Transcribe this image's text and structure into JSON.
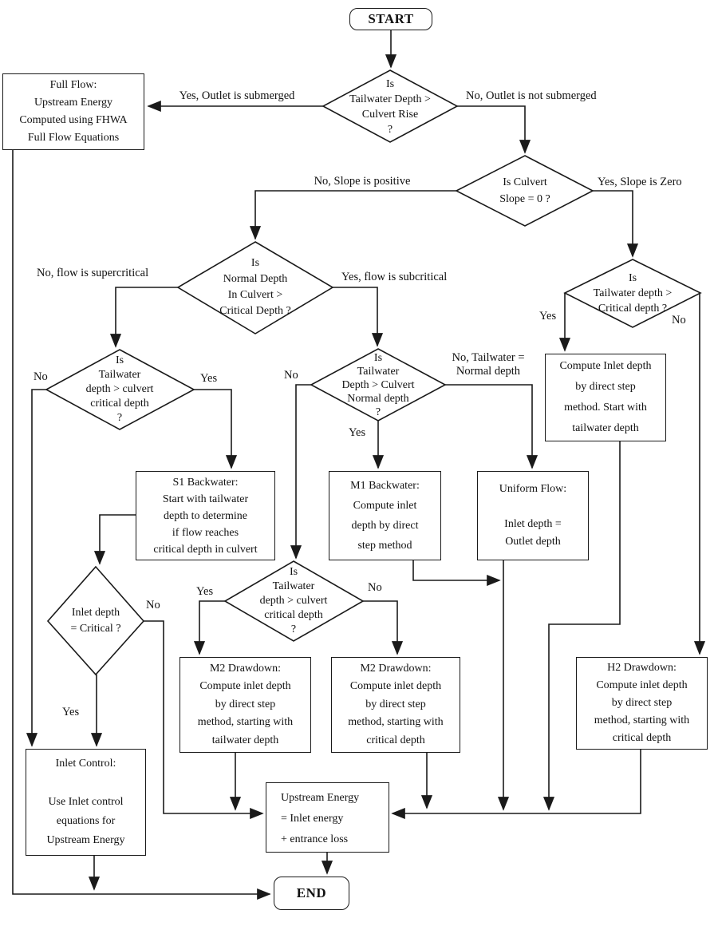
{
  "colors": {
    "line": "#1a1a1a",
    "background": "#ffffff",
    "text": "#111111"
  },
  "nodes": {
    "start": {
      "label": "START"
    },
    "d1": {
      "label": "Is\nTailwater Depth >\nCulvert Rise\n?"
    },
    "full_flow": {
      "label": "Full Flow:\nUpstream Energy\nComputed using FHWA\nFull Flow  Equations"
    },
    "d2": {
      "label": "Is Culvert\nSlope = 0 ?"
    },
    "d3": {
      "label": "Is\nNormal Depth\nIn Culvert >\nCritical Depth ?"
    },
    "d4": {
      "label": "Is\nTailwater depth >\nCritical depth ?"
    },
    "compute_inlet": {
      "label": "Compute Inlet depth\nby direct step\nmethod.  Start with\ntailwater depth"
    },
    "d5": {
      "label": "Is\nTailwater\ndepth > culvert\ncritical depth\n?"
    },
    "d6": {
      "label": "Is\nTailwater\nDepth > Culvert\nNormal depth\n?"
    },
    "s1_backwater": {
      "label": "S1 Backwater:\nStart with tailwater\ndepth to determine\nif flow reaches\ncritical depth in culvert"
    },
    "m1_backwater": {
      "label": "M1 Backwater:\nCompute inlet\ndepth by direct\nstep method"
    },
    "uniform_flow": {
      "label": "Uniform Flow:\n\nInlet depth =\nOutlet depth"
    },
    "d7": {
      "label": "Is\nTailwater\ndepth > culvert\ncritical depth\n?"
    },
    "d8": {
      "label": "Inlet depth\n= Critical ?"
    },
    "m2_tailwater": {
      "label": "M2 Drawdown:\nCompute inlet depth\nby direct step\nmethod, starting with\ntailwater depth"
    },
    "m2_critical": {
      "label": "M2 Drawdown:\nCompute inlet depth\nby direct step\nmethod, starting with\ncritical depth"
    },
    "h2_drawdown": {
      "label": "H2 Drawdown:\nCompute inlet depth\nby direct step\nmethod, starting with\ncritical depth"
    },
    "inlet_control": {
      "label": "Inlet Control:\n\nUse Inlet control\nequations for\nUpstream Energy"
    },
    "upstream_energy": {
      "label": "Upstream Energy\n= Inlet  energy\n+ entrance loss"
    },
    "end": {
      "label": "END"
    }
  },
  "edges": {
    "yes_outlet_submerged": "Yes, Outlet is submerged",
    "no_outlet_not_submerged": "No, Outlet is not submerged",
    "no_slope_positive": "No, Slope is  positive",
    "yes_slope_zero": "Yes, Slope is Zero",
    "no_flow_supercritical": "No, flow is supercritical",
    "yes_flow_subcritical": "Yes, flow is subcritical",
    "d4_yes": "Yes",
    "d4_no": "No",
    "d5_no": "No",
    "d5_yes": "Yes",
    "d6_no": "No",
    "d6_no_tailwater_normal": "No, Tailwater =\nNormal depth",
    "d6_yes": "Yes",
    "d7_yes": "Yes",
    "d7_no": "No",
    "d8_no": "No",
    "d8_yes": "Yes"
  }
}
